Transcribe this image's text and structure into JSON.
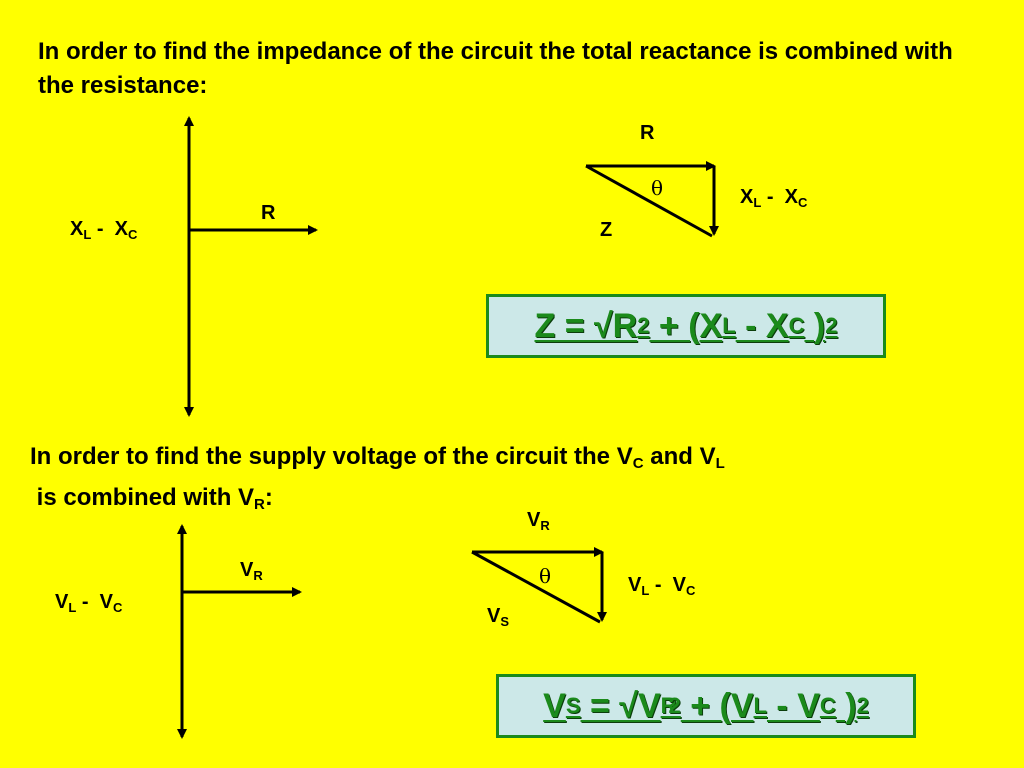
{
  "impedance_section": {
    "text": "In order to find the impedance of the circuit the total reactance is combined with the resistance:",
    "axis_diagram": {
      "vertical_label": {
        "main": "X",
        "sub1": "L",
        "mid": " -  X",
        "sub2": "C"
      },
      "horizontal_label": "R"
    },
    "triangle": {
      "top_label": "R",
      "side_label": {
        "main": "X",
        "sub1": "L",
        "mid": " -  X",
        "sub2": "C"
      },
      "hypotenuse_label": "Z",
      "angle_label": "θ"
    },
    "formula": {
      "lhs": "Z = √R",
      "sq1": "2",
      "part2": " + (X",
      "sub_l": "L",
      "part3": " - X",
      "sub_c": "C",
      "part4": " )",
      "sq2": "2"
    }
  },
  "voltage_section": {
    "text_part1": "In order to find the supply voltage of the circuit the V",
    "sub1": "C",
    "text_part2": " and V",
    "sub2": "L",
    "text_part3": " is combined with V",
    "sub3": "R",
    "text_part4": ":",
    "axis_diagram": {
      "vertical_label": {
        "main": "V",
        "sub1": "L",
        "mid": " -  V",
        "sub2": "C"
      },
      "horizontal_label": {
        "main": "V",
        "sub": "R"
      }
    },
    "triangle": {
      "top_label": {
        "main": "V",
        "sub": "R"
      },
      "side_label": {
        "main": "V",
        "sub1": "L",
        "mid": " -  V",
        "sub2": "C"
      },
      "hypotenuse_label": {
        "main": "V",
        "sub": "S"
      },
      "angle_label": "θ"
    },
    "formula": {
      "p1": "V",
      "sub_s": "S",
      "p2": " = √V",
      "sub_r": "R",
      "sq1": "2",
      "p3": " + (V",
      "sub_l": "L",
      "p4": " - V",
      "sub_c": "C",
      "p5": " )",
      "sq2": "2"
    }
  }
}
